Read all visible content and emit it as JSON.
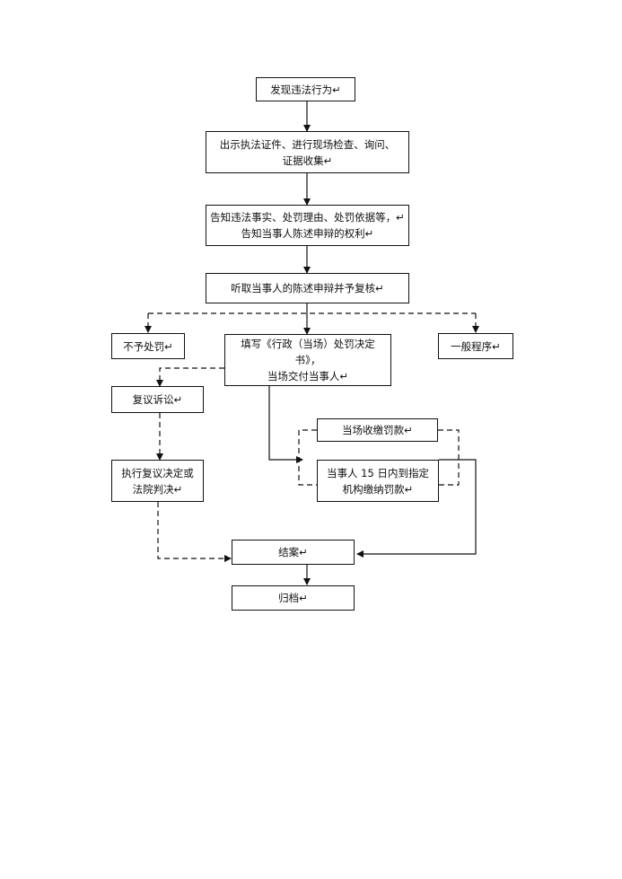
{
  "flowchart": {
    "nodes": {
      "discover": "发现违法行为↵",
      "show_cert": "出示执法证件、进行现场检查、询问、\n证据收集↵",
      "inform": "告知违法事实、处罚理由、处罚依据等，↵\n告知当事人陈述申辩的权利↵",
      "hear": "听取当事人的陈述申辩并予复核↵",
      "no_penalty": "不予处罚↵",
      "fill_form": "填写《行政（当场）处罚决定书》，\n当场交付当事人↵",
      "general": "一般程序↵",
      "review": "复议诉讼↵",
      "collect": "当场收缴罚款↵",
      "pay15": "当事人 15 日内到指定\n机构缴纳罚款↵",
      "execute": "执行复议决定或\n法院判决↵",
      "close": "结案↵",
      "archive": "归档↵"
    }
  }
}
